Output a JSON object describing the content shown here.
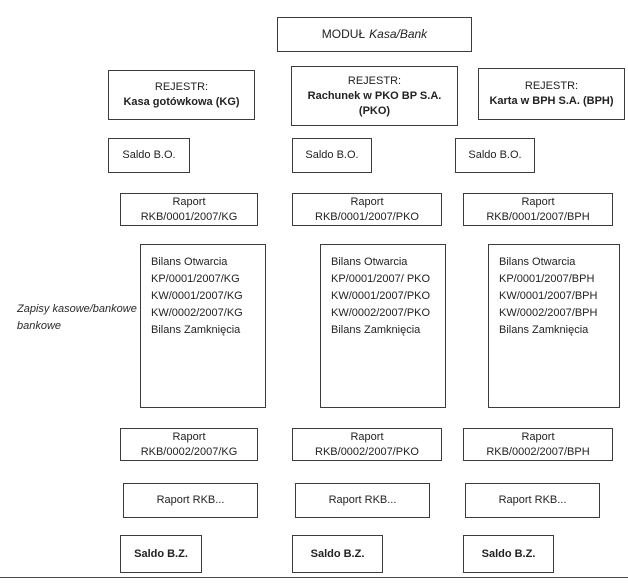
{
  "module": {
    "label": "MODUŁ",
    "name": "Kasa/Bank"
  },
  "side_label": {
    "line1": "Zapisy kasowe/bankowe",
    "line2": "bankowe"
  },
  "columns": [
    {
      "register_title": "REJESTR:",
      "register_name": "Kasa gotówkowa (KG)",
      "saldo_bo": "Saldo B.O.",
      "report1": {
        "line1": "Raport",
        "line2": "RKB/0001/2007/KG"
      },
      "entries": [
        "Bilans Otwarcia",
        "KP/0001/2007/KG",
        "KW/0001/2007/KG",
        "KW/0002/2007/KG",
        "Bilans Zamknięcia"
      ],
      "report2": {
        "line1": "Raport",
        "line2": "RKB/0002/2007/KG"
      },
      "report_more": "Raport RKB...",
      "saldo_bz": "Saldo B.Z."
    },
    {
      "register_title": "REJESTR:",
      "register_name": "Rachunek w PKO BP S.A. (PKO)",
      "saldo_bo": "Saldo B.O.",
      "report1": {
        "line1": "Raport",
        "line2": "RKB/0001/2007/PKO"
      },
      "entries": [
        "Bilans Otwarcia",
        "KP/0001/2007/ PKO",
        "KW/0001/2007/PKO",
        "KW/0002/2007/PKO",
        "Bilans Zamknięcia"
      ],
      "report2": {
        "line1": "Raport",
        "line2": "RKB/0002/2007/PKO"
      },
      "report_more": "Raport RKB...",
      "saldo_bz": "Saldo B.Z."
    },
    {
      "register_title": "REJESTR:",
      "register_name": "Karta w BPH S.A. (BPH)",
      "saldo_bo": "Saldo B.O.",
      "report1": {
        "line1": "Raport",
        "line2": "RKB/0001/2007/BPH"
      },
      "entries": [
        "Bilans Otwarcia",
        "KP/0001/2007/BPH",
        "KW/0001/2007/BPH",
        "KW/0002/2007/BPH",
        "Bilans Zamknięcia"
      ],
      "report2": {
        "line1": "Raport",
        "line2": "RKB/0002/2007/BPH"
      },
      "report_more": "Raport RKB...",
      "saldo_bz": "Saldo B.Z."
    }
  ]
}
